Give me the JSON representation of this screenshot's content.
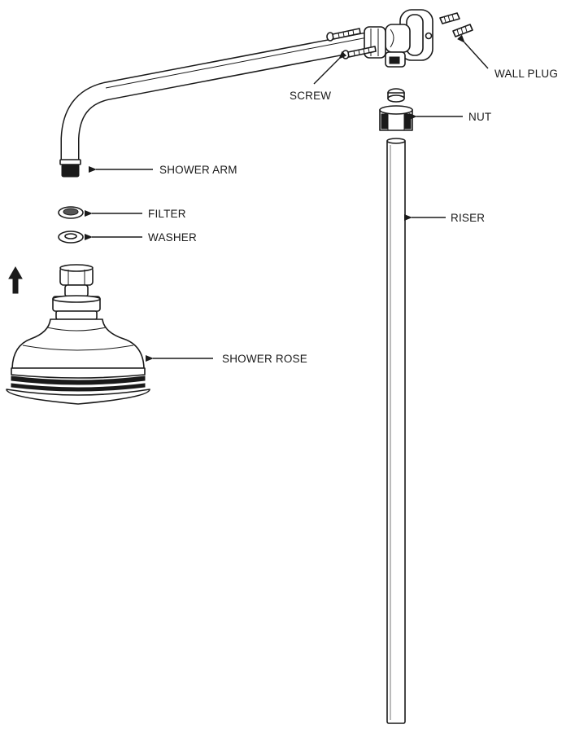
{
  "labels": {
    "wall_plug": "WALL PLUG",
    "screw": "SCREW",
    "nut": "NUT",
    "shower_arm": "SHOWER ARM",
    "filter": "FILTER",
    "washer": "WASHER",
    "riser": "RISER",
    "shower_rose": "SHOWER ROSE"
  },
  "colors": {
    "line": "#1a1a1a",
    "fill": "#ffffff",
    "background": "#ffffff"
  },
  "icons": {
    "assembly_direction": "up-arrow-icon",
    "leader": "arrow-left-icon"
  }
}
